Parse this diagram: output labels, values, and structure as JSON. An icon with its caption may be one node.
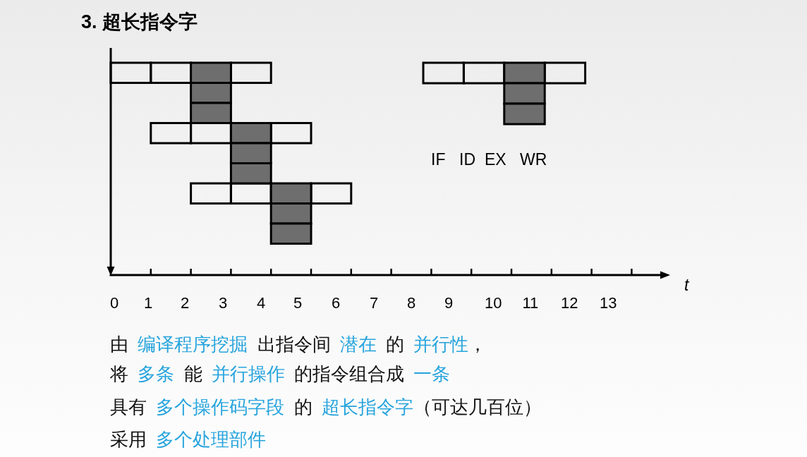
{
  "diagram": {
    "title": "3. 超长指令字",
    "labels": [
      "IF",
      "ID",
      "EX",
      "WR",
      "t",
      "0",
      "1",
      "2",
      "3",
      "4",
      "5",
      "6",
      "7",
      "8",
      "9",
      "10",
      "11",
      "12",
      "13",
      "由 编译程序挖掘 出指令间 潜在 的 并行性，",
      "将 多条 能 并行操作 的指令组合成 一条",
      "具有 多个操作码字段 的 超长指令字（可达几百位）",
      "采用 多个处理部件"
    ]
  }
}
